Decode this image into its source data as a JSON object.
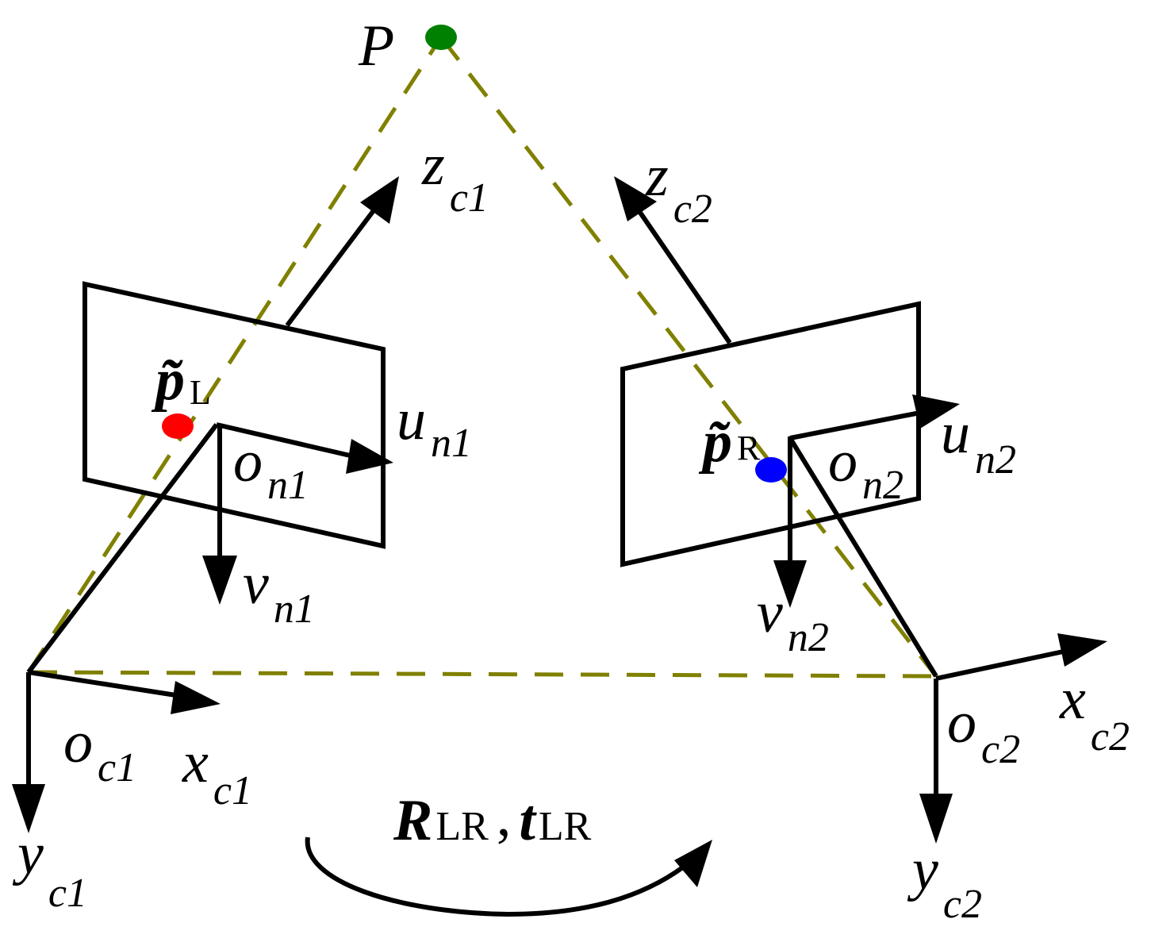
{
  "colors": {
    "line": "#000000",
    "ray": "#808000",
    "point_P": "#008000",
    "point_pL": "#ff0000",
    "point_pR": "#0000ff"
  },
  "labels": {
    "P": "P",
    "zc1": {
      "main": "z",
      "sub": "c1"
    },
    "zc2": {
      "main": "z",
      "sub": "c2"
    },
    "pL": {
      "main": "p̃",
      "sub": "L"
    },
    "pR": {
      "main": "p̃",
      "sub": "R"
    },
    "un1": {
      "main": "u",
      "sub": "n1"
    },
    "un2": {
      "main": "u",
      "sub": "n2"
    },
    "on1": {
      "main": "o",
      "sub": "n1"
    },
    "on2": {
      "main": "o",
      "sub": "n2"
    },
    "vn1": {
      "main": "v",
      "sub": "n1"
    },
    "vn2": {
      "main": "v",
      "sub": "n2"
    },
    "oc1": {
      "main": "o",
      "sub": "c1"
    },
    "oc2": {
      "main": "o",
      "sub": "c2"
    },
    "xc1": {
      "main": "x",
      "sub": "c1"
    },
    "xc2": {
      "main": "x",
      "sub": "c2"
    },
    "yc1": {
      "main": "y",
      "sub": "c1"
    },
    "yc2": {
      "main": "y",
      "sub": "c2"
    },
    "R": {
      "main": "R",
      "sub": "LR"
    },
    "comma": ",",
    "t": {
      "main": "t",
      "sub": "LR"
    }
  }
}
